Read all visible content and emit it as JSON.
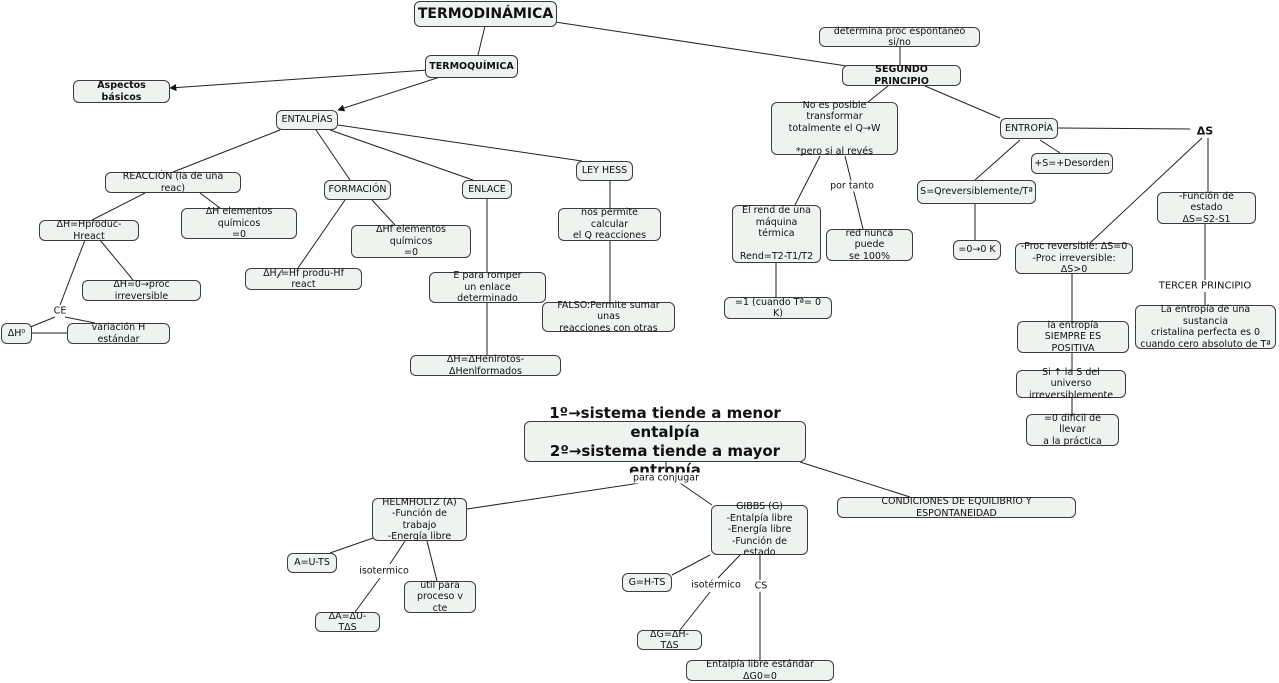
{
  "nodes": {
    "termodinamica": "TERMODINÁMICA",
    "termoquimica": "TERMOQUÍMICA",
    "aspectos_basicos": "Aspectos básicos",
    "entalpias": "ENTALPÍAS",
    "reaccion": "REACCIÓN (la de una reac)",
    "dh_hproduc": "ΔH=Hproduc-Hreact",
    "dh_elementos": "ΔH elementos químicos\n=0",
    "dh_cero_proc": "ΔH=0→proc irreversible",
    "dh0": "ΔH⁰",
    "variacion_h": "variación H estándar",
    "formacion": "FORMACIÓN",
    "dhf_elementos": "ΔHf elementos químicos\n=0",
    "dhf_formula": "ΔH𝒻=Hf produ-Hf react",
    "enlace": "ENLACE",
    "e_romper": "E para romper\nun enlace determinado",
    "dh_enlaces": "ΔH=ΔHenlrotos-ΔHenlformados",
    "ley_hess": "LEY HESS",
    "permite_calcular": "nos permite calcular\nel Q reacciones",
    "falso_permite": "FALSO:Permite sumar unas\nreacciones con otras",
    "determina_proc": "determina proc espontaneo si/no",
    "segundo_principio": "SEGUNDO PRINCIPIO",
    "no_posible": "No es posible transformar\ntotalmente el Q→W\n\n*pero si al revés",
    "rend_maquina": "El rend de una\nmáquina térmica\n\nRend=T2-T1/T2",
    "igual_1": "=1 (cuando Tª= 0 K)",
    "red_nunca": "red nunca puede\nse 100%",
    "entropia": "ENTROPÍA",
    "mas_s": "+S=+Desorden",
    "s_qrev": "S=Qreversiblemente/Tª",
    "igual_0_0k": "=0→0 K",
    "funcion_estado_s": "-Función de estado\nΔS=S2-S1",
    "proc_rev": "-Proc reversible: ΔS=0\n-Proc irreversible: ΔS>0",
    "entropia_positiva": "la entropía\nSIEMPRE ES POSITIVA",
    "si_s_universo": "Si ↑ la S del universo\nirreversiblemente",
    "igual_0_dificil": "=0 dificil de llevar\na la práctica",
    "entropia_cristalina": "La entropía de una sustancia\ncristalina perfecta es 0\ncuando cero absoluto de Tª",
    "principios": "1º→sistema tiende a menor entalpía\n2º→sistema tiende a mayor entropía",
    "helmholtz": "HELMHOLTZ (A)\n-Función de trabajo\n-Energía libre",
    "a_ut_s": "A=U-TS",
    "da_dut": "ΔA=ΔU-TΔS",
    "util_para": "util para\nproceso v cte",
    "gibbs": "GIBBS (G)\n-Entalpía libre\n-Energía libre\n-Función de estado",
    "g_ht_s": "G=H-TS",
    "dg_dh": "ΔG=ΔH-TΔS",
    "entalpia_libre_std": "Entalpía libre estándar ΔG0=0",
    "condiciones": "CONDICIONES DE EQUILIBRIO Y ESPONTANEIDAD"
  },
  "labels": {
    "ce": "CE",
    "por_tanto": "por tanto",
    "delta_s": "ΔS",
    "tercer_principio": "TERCER PRINCIPIO",
    "para_conjugar": "para conjugar",
    "isotermico_a": "isotermico",
    "isotermico_g": "isotérmico",
    "cs": "CS"
  }
}
